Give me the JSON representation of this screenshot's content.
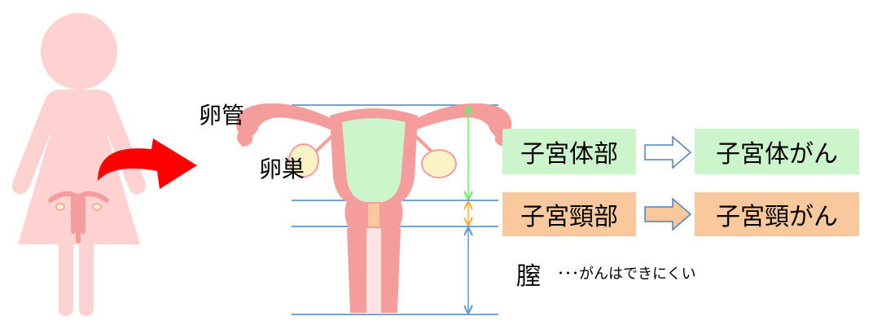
{
  "labels": {
    "fallopian_tube": "卵管",
    "ovary": "卵巣",
    "vagina": "膣",
    "vagina_note": "･･･がんはできにくい"
  },
  "rows": [
    {
      "region": "子宮体部",
      "cancer": "子宮体がん",
      "region_color": "#ccf5cc",
      "cancer_color": "#ccf5cc",
      "arrow_fill": "#ffffff"
    },
    {
      "region": "子宮頸部",
      "cancer": "子宮頸がん",
      "region_color": "#f9c89c",
      "cancer_color": "#f9c89c",
      "arrow_fill": "#f9c89c"
    }
  ],
  "colors": {
    "figure_pink": "#ffd2d2",
    "organ_pink": "#f59c9c",
    "uterus_body_green": "#ccf5cc",
    "cervix_orange": "#f9c89c",
    "ovary_yellow": "#fbf2c5",
    "guide_blue": "#4f81bd",
    "green_arrow": "#66ee66",
    "orange_arrow": "#f4b030",
    "blue_arrow": "#5b9bd5",
    "red_arrow": "#ff0000"
  },
  "icons": [
    "woman-figure-icon",
    "uterus-icon",
    "curved-arrow-icon"
  ]
}
